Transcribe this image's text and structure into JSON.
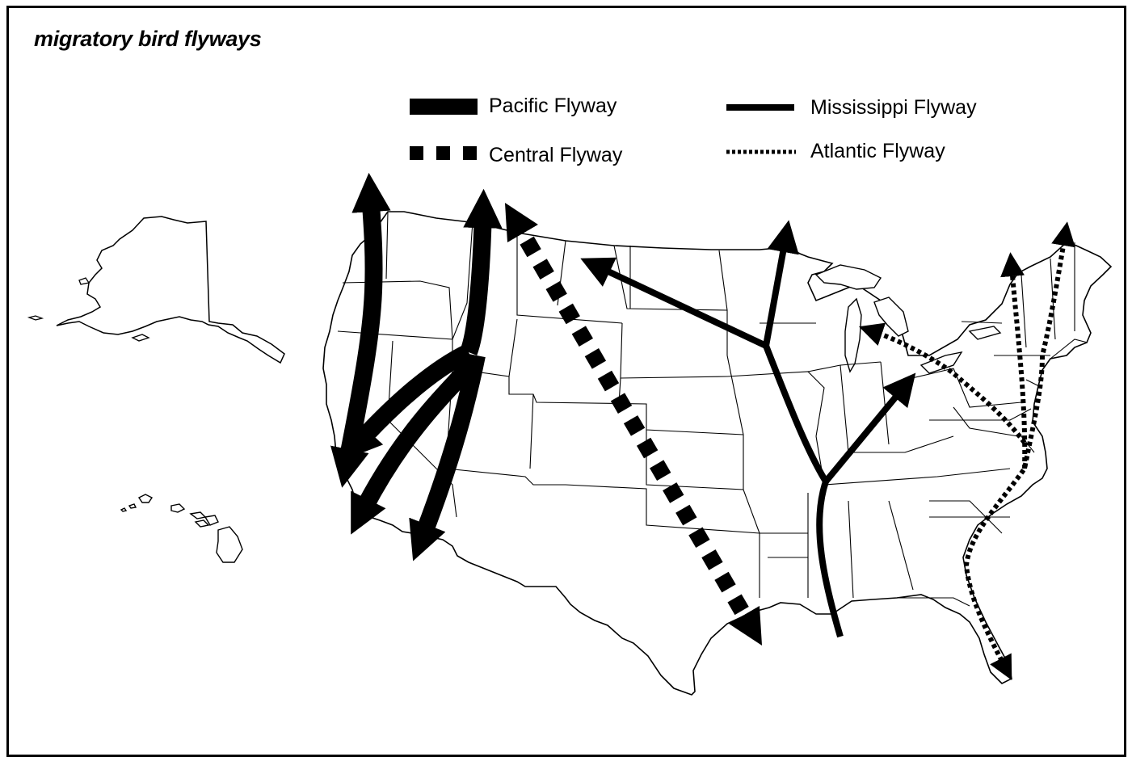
{
  "title": "migratory bird flyways",
  "legend": {
    "pacific": "Pacific Flyway",
    "central": "Central Flyway",
    "mississippi": "Mississippi Flyway",
    "atlantic": "Atlantic Flyway"
  },
  "colors": {
    "ink": "#000000",
    "land": "#ffffff",
    "border": "#000000"
  },
  "icons": {
    "pacific": "thick-solid-line-icon",
    "central": "square-dash-line-icon",
    "mississippi": "solid-line-icon",
    "atlantic": "dotted-line-icon"
  }
}
